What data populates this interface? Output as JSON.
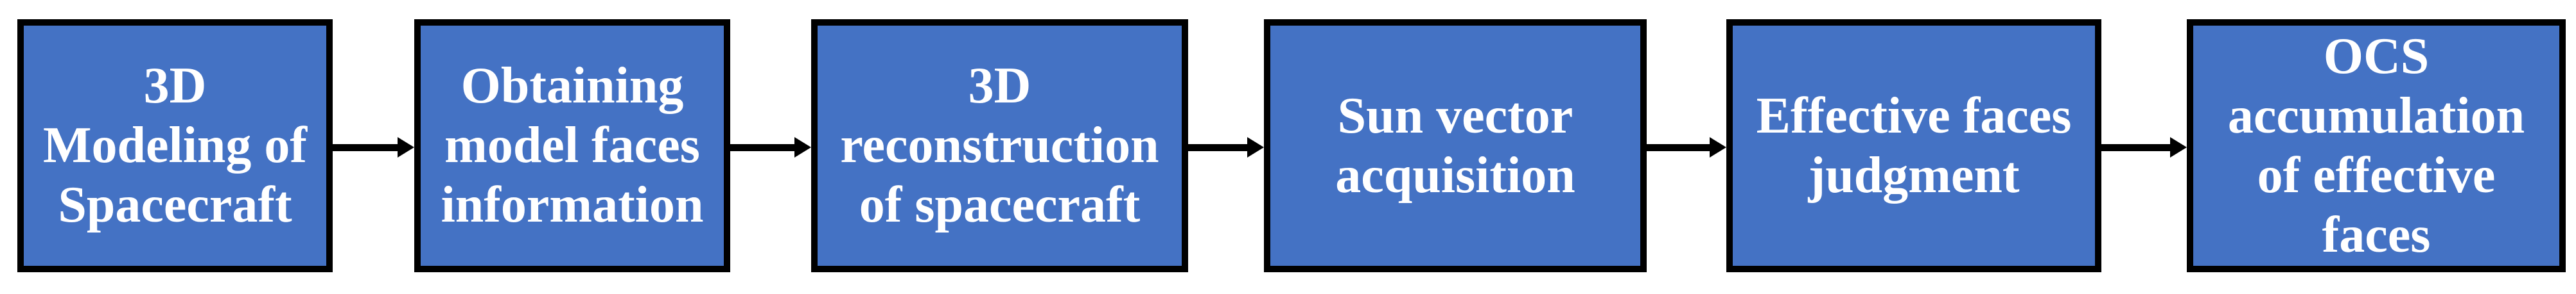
{
  "diagram": {
    "type": "flowchart",
    "direction": "left-to-right",
    "steps": [
      {
        "id": "step-1",
        "label": "3D Modeling of Spacecraft",
        "lines": [
          "3D",
          "Modeling of",
          "Spacecraft"
        ]
      },
      {
        "id": "step-2",
        "label": "Obtaining model faces information",
        "lines": [
          "Obtaining",
          "model faces",
          "information"
        ]
      },
      {
        "id": "step-3",
        "label": "3D reconstruction of spacecraft",
        "lines": [
          "3D",
          "reconstruction",
          "of spacecraft"
        ]
      },
      {
        "id": "step-4",
        "label": "Sun vector acquisition",
        "lines": [
          "Sun vector",
          "acquisition"
        ]
      },
      {
        "id": "step-5",
        "label": "Effective faces judgment",
        "lines": [
          "Effective faces",
          "judgment"
        ]
      },
      {
        "id": "step-6",
        "label": "OCS accumulation of effective faces",
        "lines": [
          "OCS",
          "accumulation",
          "of effective",
          "faces"
        ]
      }
    ],
    "connections": [
      {
        "from": "step-1",
        "to": "step-2"
      },
      {
        "from": "step-2",
        "to": "step-3"
      },
      {
        "from": "step-3",
        "to": "step-4"
      },
      {
        "from": "step-4",
        "to": "step-5"
      },
      {
        "from": "step-5",
        "to": "step-6"
      }
    ]
  },
  "colors": {
    "background": "#ffffff",
    "box_fill": "#4472C4",
    "box_border": "#000000",
    "text": "#ffffff",
    "arrow": "#000000"
  }
}
